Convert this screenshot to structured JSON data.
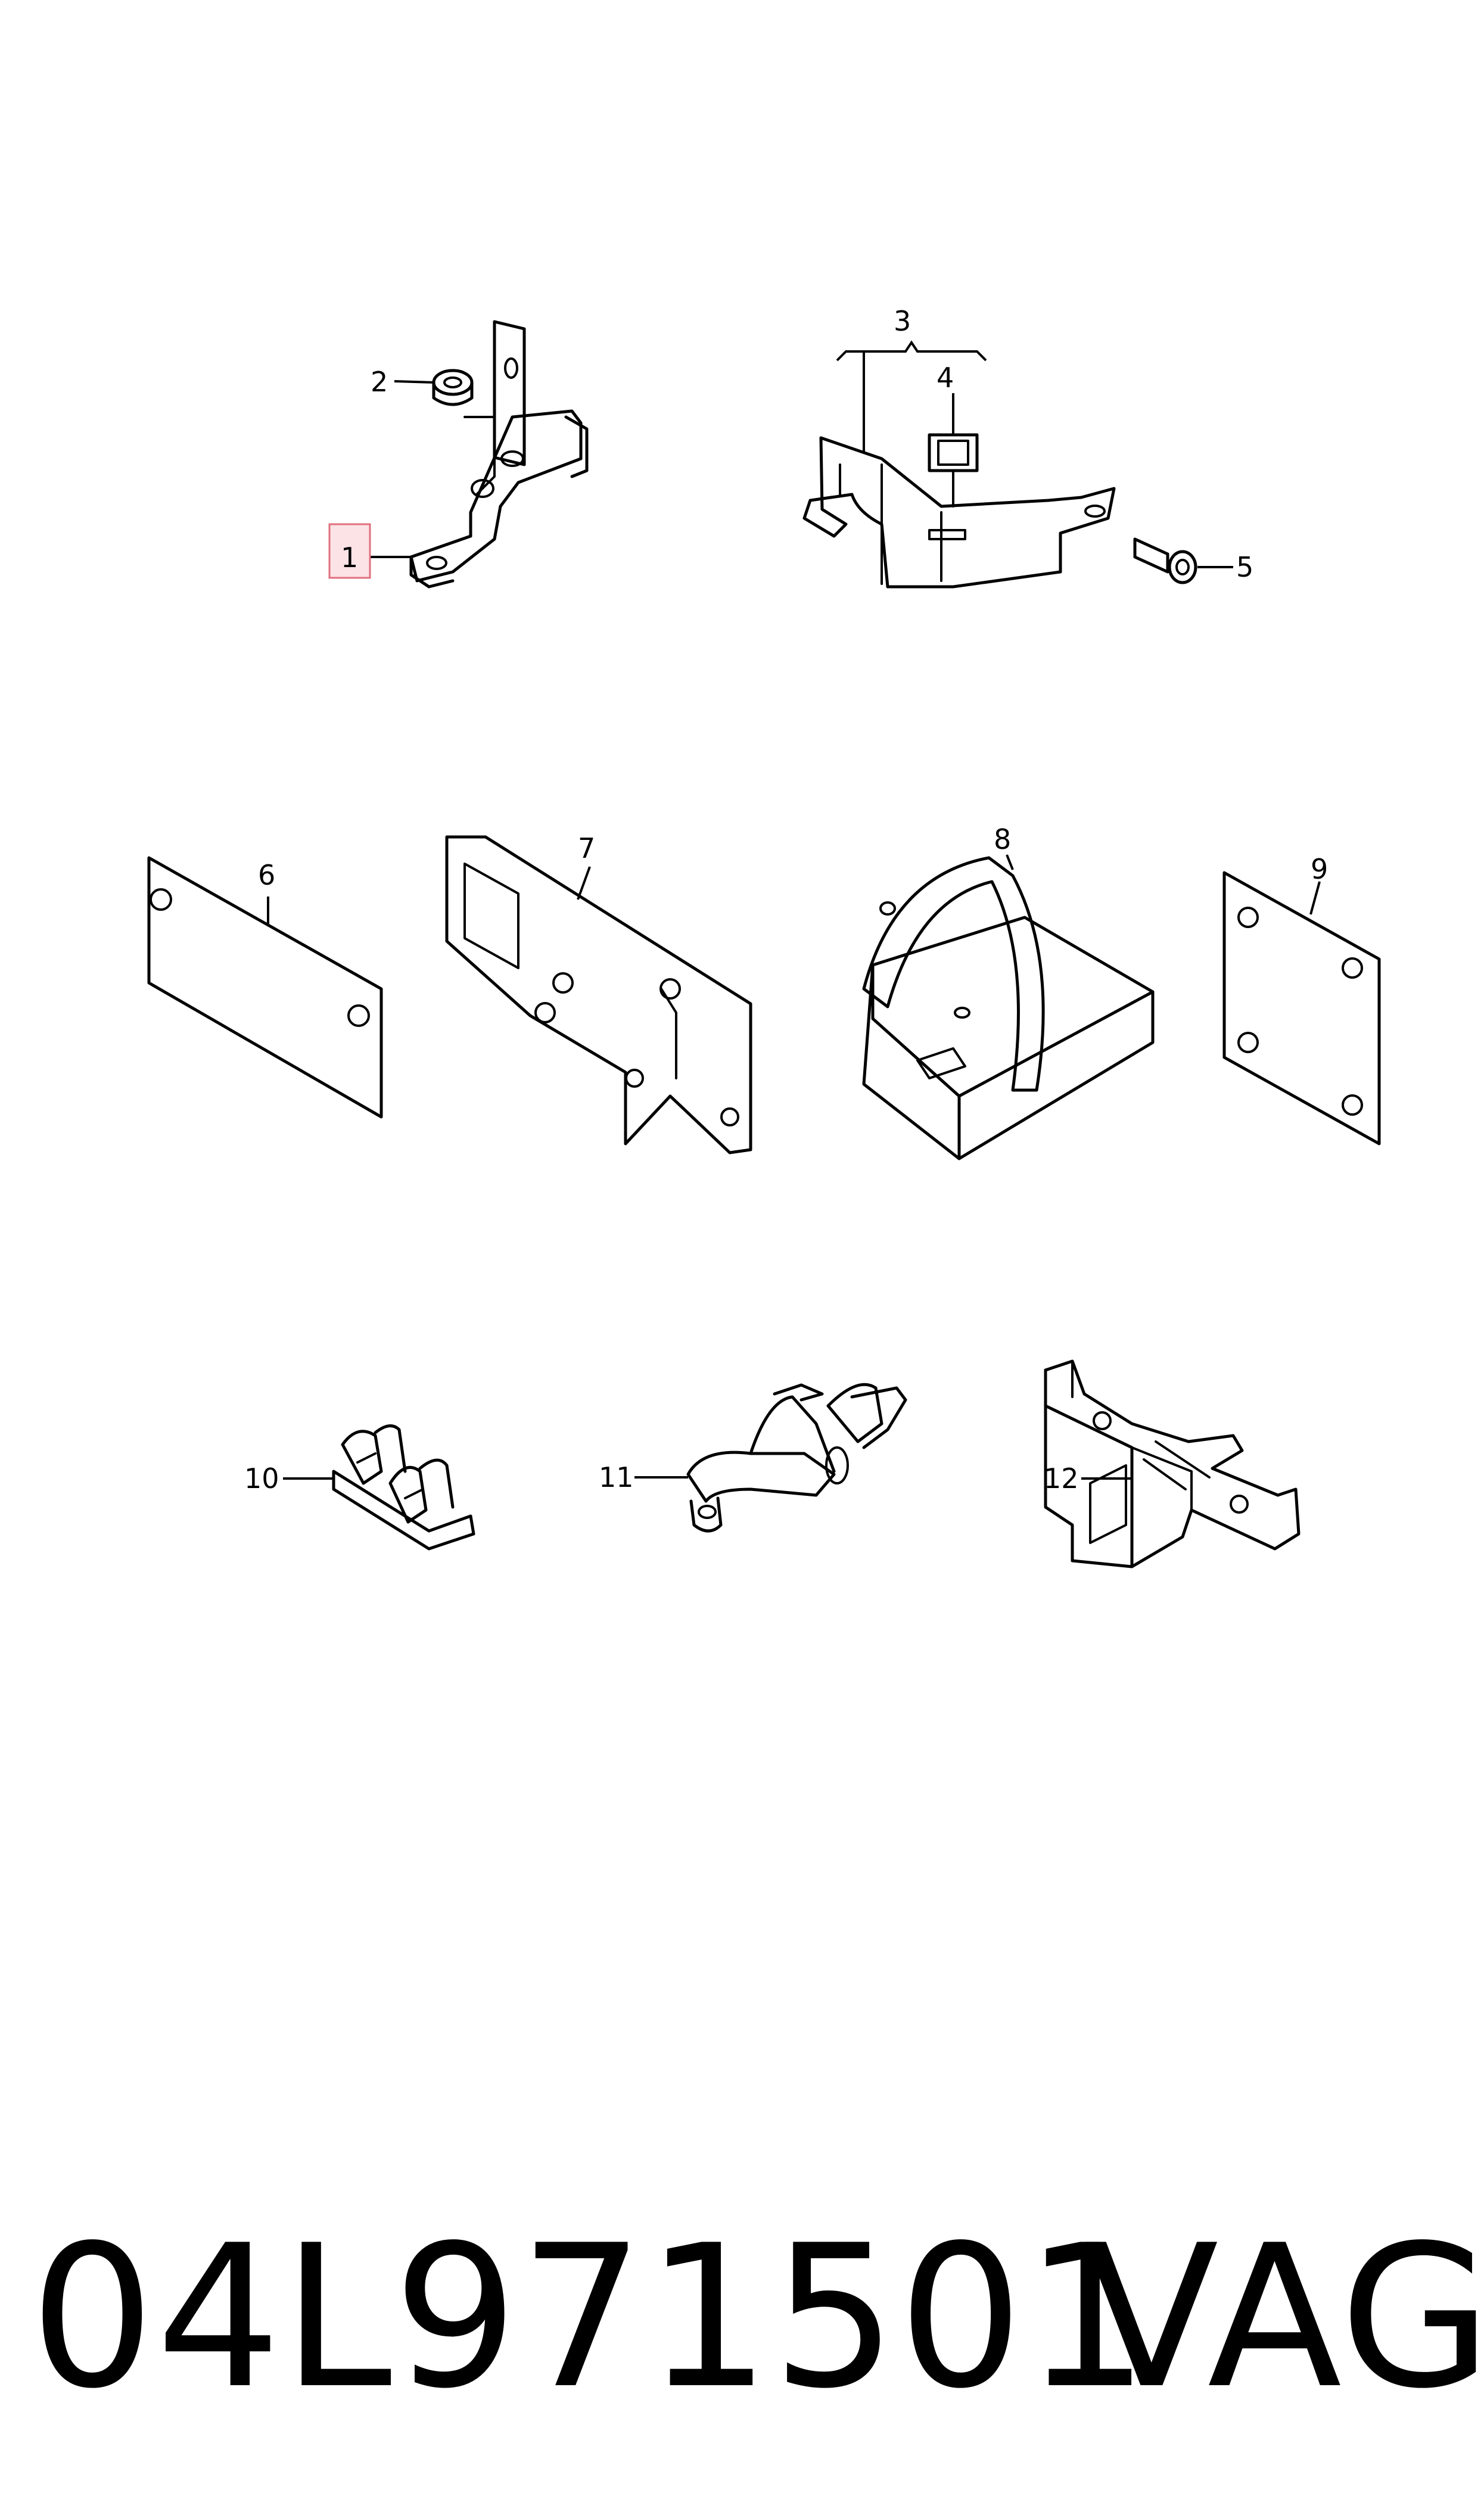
{
  "callouts": {
    "c1": "1",
    "c2": "2",
    "c3": "3",
    "c4": "4",
    "c5": "5",
    "c6": "6",
    "c7": "7",
    "c8": "8",
    "c9": "9",
    "c10": "10",
    "c11": "11",
    "c12": "12"
  },
  "highlighted_callout": "1",
  "footer": {
    "part_number": "04L971501",
    "brand": "VAG"
  }
}
